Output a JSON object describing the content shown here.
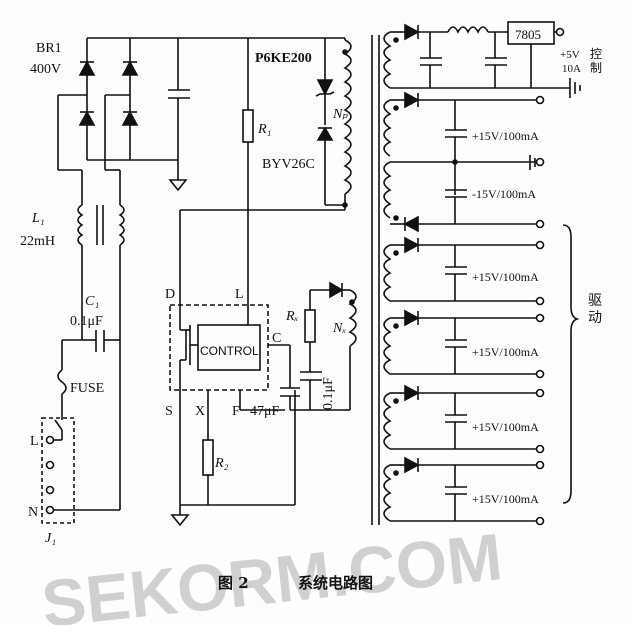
{
  "labels": {
    "br1": "BR1",
    "br1_v": "400V",
    "l1": "L₁",
    "l1_v": "22mH",
    "c1": "C₁",
    "c1_v": "0.1μF",
    "fuse": "FUSE",
    "l": "L",
    "n": "N",
    "j1": "J₁",
    "p6ke": "P6KE200",
    "r1": "R₁",
    "np": "Nₚ",
    "byv": "BYV26C",
    "d": "D",
    "l_pin": "L",
    "c_pin": "C",
    "control": "CONTROL",
    "s": "S",
    "x": "X",
    "f": "F",
    "rf": "Rₓ",
    "nf": "Nₓ",
    "c47": "47μF",
    "c01": "0.1μF",
    "r2": "R₂",
    "reg": "7805",
    "v5": "+5V",
    "v5_sub": "10A",
    "ctrl_cn": "控\n制",
    "out1": "+15V/100mA",
    "out2": "-15V/100mA",
    "out3": "+15V/100mA",
    "out4": "+15V/100mA",
    "out5": "+15V/100mA",
    "out6": "+15V/100mA",
    "drive_cn": "驱\n动"
  },
  "caption": {
    "fig": "图 2",
    "title": "系统电路图"
  },
  "watermark": "SEKORM.COM"
}
